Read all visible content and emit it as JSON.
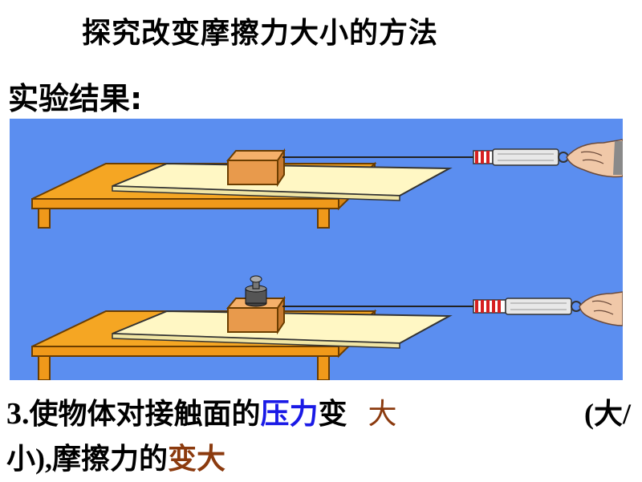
{
  "slide": {
    "title": "探究改变摩擦力大小的方法",
    "subtitle": "实验结果:",
    "conclusion": {
      "prefix_num": "3.",
      "prefix_text": "使物体对接触面的",
      "highlight1": "压力",
      "mid": "变",
      "answer": "大",
      "choice_open": "(大/",
      "line2_start": "小),",
      "line2_text": "摩擦力的",
      "highlight2": "变大"
    }
  },
  "colors": {
    "background_scene": "#5b8ef0",
    "table": "#f5a623",
    "board": "#fff7c4",
    "block": "#e89a4c",
    "highlight_blue": "#1a1ae6",
    "highlight_brown": "#8b3a0e"
  },
  "scene_illustration": {
    "top_panel": {
      "block": true,
      "weight": false
    },
    "bottom_panel": {
      "block": true,
      "weight": true
    }
  }
}
